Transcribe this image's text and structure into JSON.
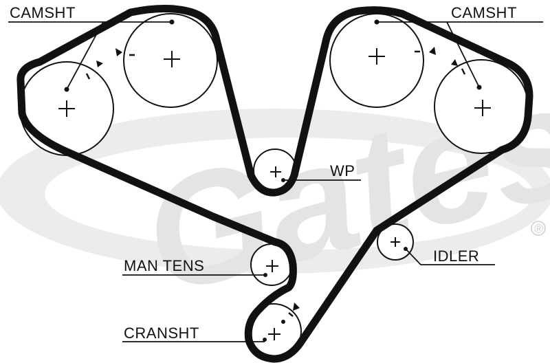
{
  "labels": {
    "camshaft_left": "CAMSHT",
    "camshaft_right": "CAMSHT",
    "water_pump": "WP",
    "manual_tensioner": "MAN TENS",
    "idler": "IDLER",
    "crankshaft": "CRANSHT"
  },
  "watermark": {
    "brand": "Gates",
    "registered": "®"
  },
  "colors": {
    "belt": "#111111",
    "watermark": "#e6e6e6",
    "background": "#ffffff"
  }
}
